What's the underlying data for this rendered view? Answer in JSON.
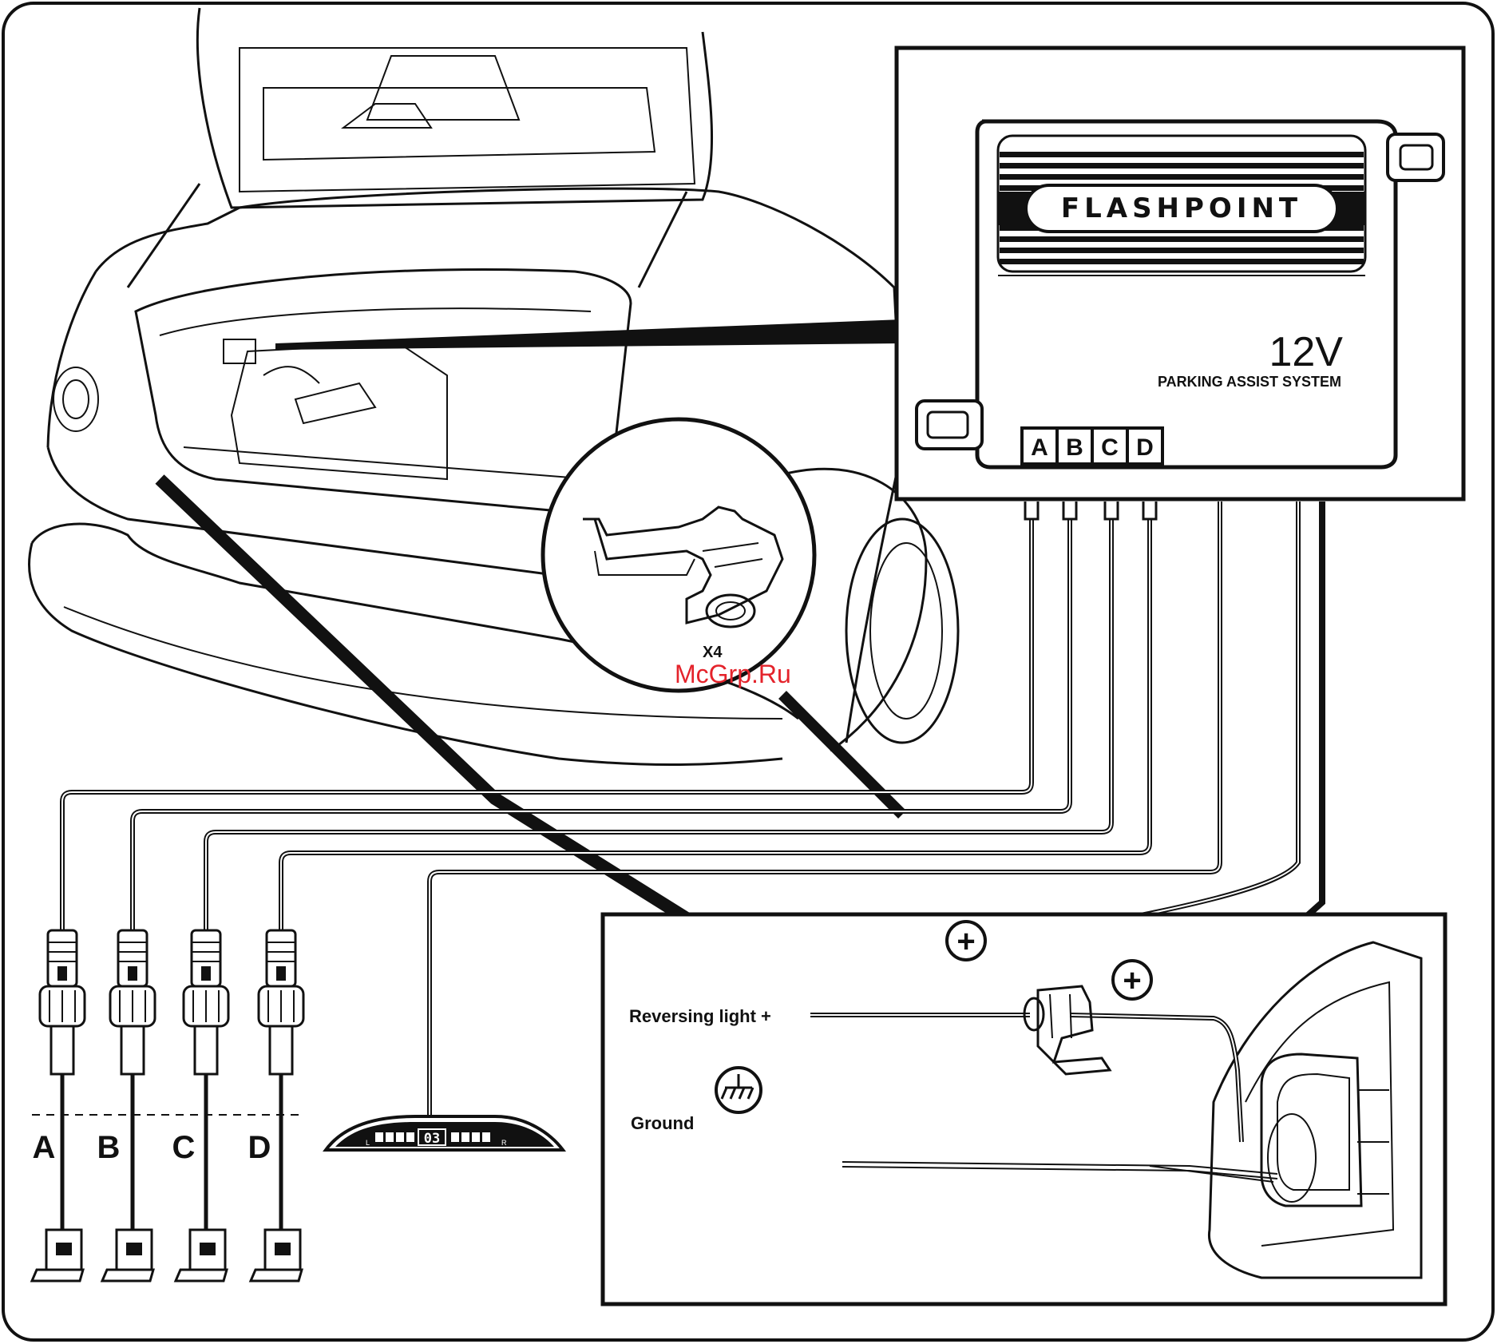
{
  "module": {
    "brand": "FLASHPOINT",
    "voltage": "12V",
    "subtitle": "PARKING ASSIST SYSTEM",
    "ports": [
      "A",
      "B",
      "C",
      "D"
    ]
  },
  "connector_inset": {
    "quantity": "X4"
  },
  "watermark": "McGrp.Ru",
  "sensors": [
    "A",
    "B",
    "C",
    "D"
  ],
  "wiring_inset": {
    "reversing_label": "Reversing light +",
    "ground_label": "Ground",
    "plus_symbol": "+",
    "ground_symbol": "ground-icon"
  },
  "display": {
    "reading": "03",
    "left_marker": "L",
    "right_marker": "R"
  }
}
